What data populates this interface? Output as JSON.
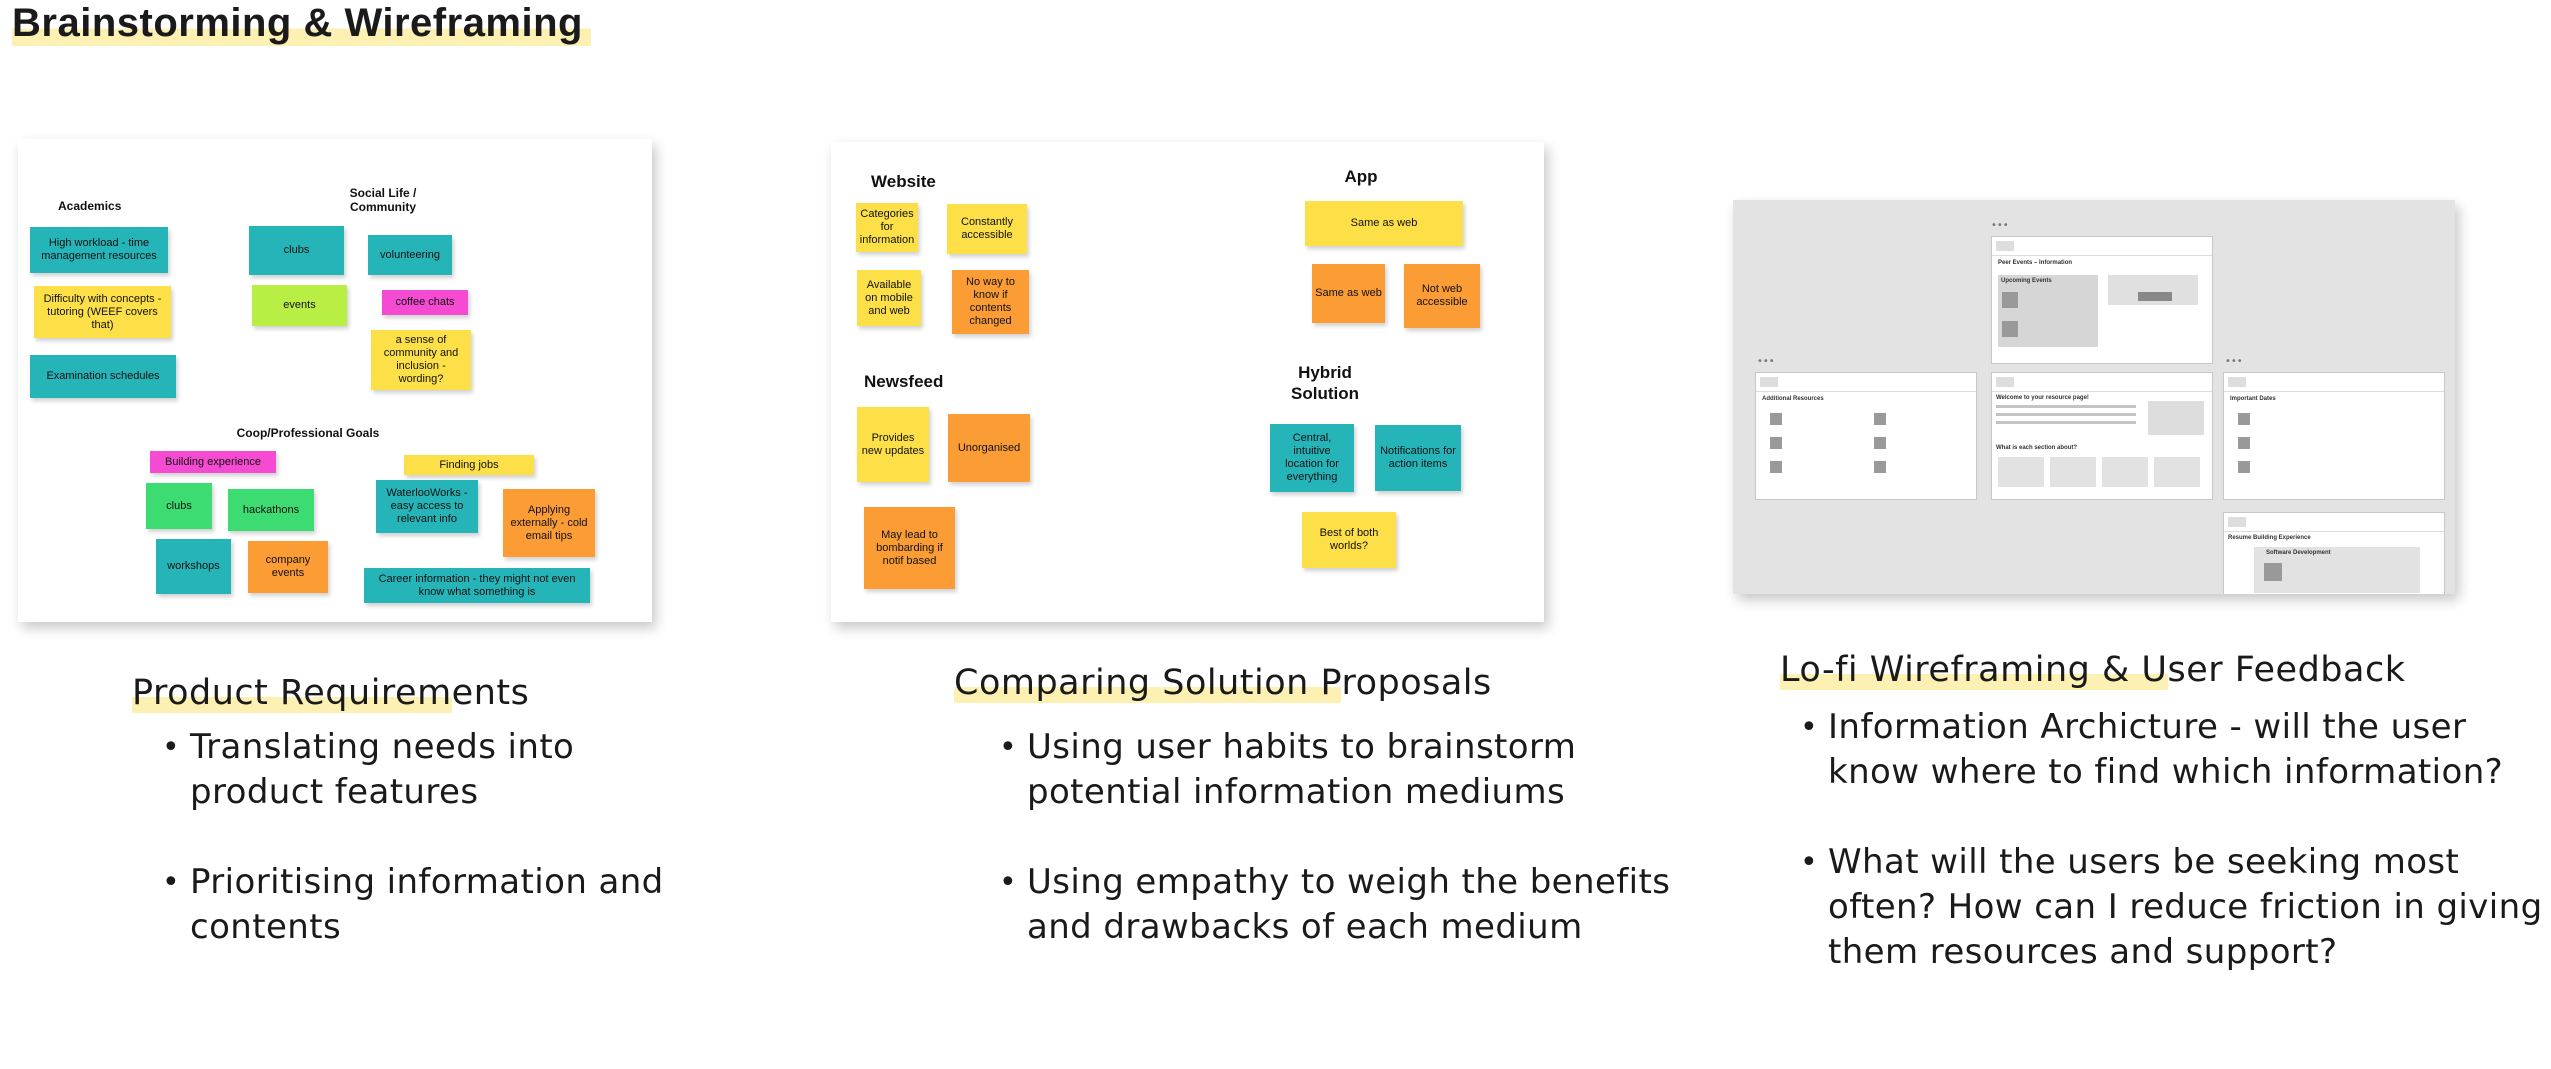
{
  "page": {
    "title": "Brainstorming & Wireframing"
  },
  "board1": {
    "group_labels": {
      "academics": "Academics",
      "social": "Social Life / Community",
      "coop": "Coop/Professional Goals"
    },
    "notes": {
      "high_workload": "High workload - time management resources",
      "difficulty": "Difficulty with concepts - tutoring (WEEF covers that)",
      "exam": "Examination schedules",
      "clubs_social": "clubs",
      "volunteering": "volunteering",
      "events": "events",
      "coffee": "coffee chats",
      "community": "a sense of community and inclusion - wording?",
      "building": "Building experience",
      "finding_jobs": "Finding jobs",
      "clubs_coop": "clubs",
      "hackathons": "hackathons",
      "waterlooworks": "WaterlooWorks - easy access to relevant info",
      "applying": "Applying externally - cold email tips",
      "workshops": "workshops",
      "company_events": "company events",
      "career_info": "Career information - they might not even know what something is"
    }
  },
  "board2": {
    "group_labels": {
      "website": "Website",
      "app": "App",
      "newsfeed": "Newsfeed",
      "hybrid": "Hybrid Solution"
    },
    "notes": {
      "categories": "Categories for information",
      "constantly": "Constantly accessible",
      "available": "Available on mobile and web",
      "no_way": "No way to know if contents changed",
      "same_web_1": "Same as web",
      "same_web_2": "Same as web",
      "not_web": "Not web accessible",
      "provides": "Provides new updates",
      "unorganised": "Unorganised",
      "bombarding": "May lead to bombarding if notif based",
      "central": "Central, intuitive location for everything",
      "notifications": "Notifications for action items",
      "best": "Best of both worlds?"
    }
  },
  "board3": {
    "frames": {
      "top_heading": "Peer Events – Information",
      "top_sub": "Upcoming Events",
      "left_heading": "Additional Resources",
      "mid_heading": "Welcome to your resource page!",
      "mid_sub": "What is each section about?",
      "right_heading": "Important Dates",
      "bottom_heading": "Resume Building Experience",
      "bottom_sub": "Software Development"
    }
  },
  "sections": [
    {
      "title_hl": "Product Requirem",
      "title_rest": "ents",
      "bullets": [
        "Translating needs into product features",
        "Prioritising information and contents"
      ]
    },
    {
      "title_hl": "Comparing Solution P",
      "title_rest": "roposals",
      "bullets": [
        "Using user habits to brainstorm potential information mediums",
        "Using empathy to weigh the benefits and drawbacks of each medium"
      ]
    },
    {
      "title_hl": "Lo-fi Wireframing & U",
      "title_rest": "ser Feedback",
      "bullets": [
        "Information Archicture - will the user know where to find which information?",
        "What will the users be seeking most often? How can I reduce friction in giving them resources and support?"
      ]
    }
  ]
}
